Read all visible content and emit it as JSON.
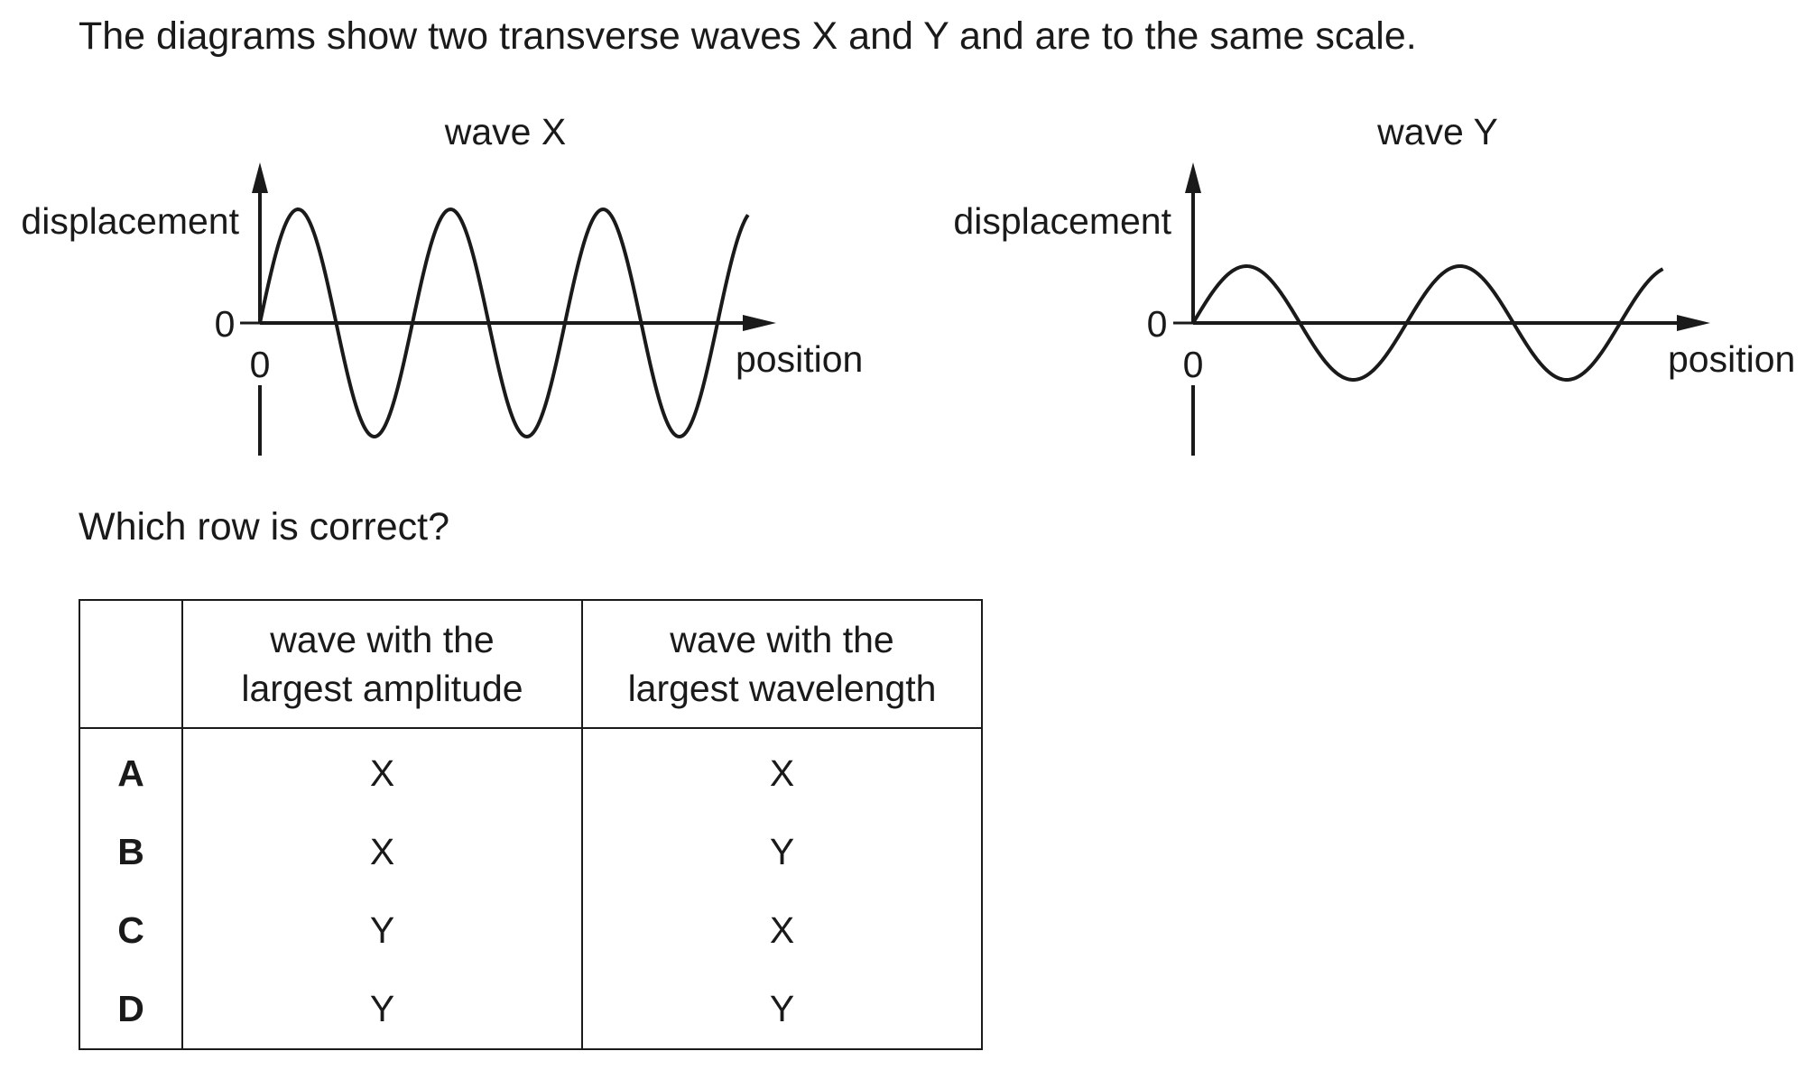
{
  "question": {
    "intro": "The diagrams show two transverse waves X and Y and are to the same scale.",
    "prompt": "Which row is correct?"
  },
  "diagrams": {
    "wave_x": {
      "title": "wave X",
      "y_axis_label": "displacement",
      "x_axis_label": "position",
      "y_origin_label": "0",
      "x_origin_label": "0",
      "relative_amplitude": 2,
      "relative_wavelength": 1,
      "cycles_shown": 3.2
    },
    "wave_y": {
      "title": "wave Y",
      "y_axis_label": "displacement",
      "x_axis_label": "position",
      "y_origin_label": "0",
      "x_origin_label": "0",
      "relative_amplitude": 1,
      "relative_wavelength": 1.4,
      "cycles_shown": 2.2
    }
  },
  "table": {
    "header": {
      "key": "",
      "amplitude_line1": "wave with the",
      "amplitude_line2": "largest amplitude",
      "wavelength_line1": "wave with the",
      "wavelength_line2": "largest wavelength"
    },
    "rows": [
      {
        "key": "A",
        "amplitude": "X",
        "wavelength": "X"
      },
      {
        "key": "B",
        "amplitude": "X",
        "wavelength": "Y"
      },
      {
        "key": "C",
        "amplitude": "Y",
        "wavelength": "X"
      },
      {
        "key": "D",
        "amplitude": "Y",
        "wavelength": "Y"
      }
    ]
  }
}
